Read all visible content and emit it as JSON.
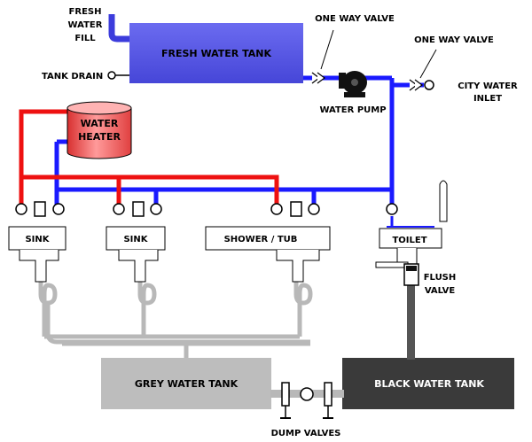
{
  "labels": {
    "fresh_water_fill_line1": "FRESH",
    "fresh_water_fill_line2": "WATER",
    "fresh_water_fill_line3": "FILL",
    "fresh_water_tank": "FRESH WATER TANK",
    "tank_drain": "TANK DRAIN",
    "one_way_valve_left": "ONE WAY VALVE",
    "one_way_valve_right": "ONE WAY VALVE",
    "water_pump": "WATER PUMP",
    "city_water_inlet_line1": "CITY WATER",
    "city_water_inlet_line2": "INLET",
    "water_heater_line1": "WATER",
    "water_heater_line2": "HEATER",
    "sink_1": "SINK",
    "sink_2": "SINK",
    "shower_tub": "SHOWER / TUB",
    "toilet": "TOILET",
    "flush_valve_line1": "FLUSH",
    "flush_valve_line2": "VALVE",
    "grey_water_tank": "GREY WATER TANK",
    "black_water_tank": "BLACK WATER TANK",
    "dump_valves": "DUMP VALVES"
  },
  "colors": {
    "cold_line": "#1a1aff",
    "hot_line": "#ee1111",
    "fresh_tank": "#5a5ae8",
    "grey_tank": "#bdbdbd",
    "grey_pipe": "#b8b8b8",
    "black_tank": "#3a3a3a",
    "black_pipe": "#555555",
    "heater": "#f06060"
  }
}
